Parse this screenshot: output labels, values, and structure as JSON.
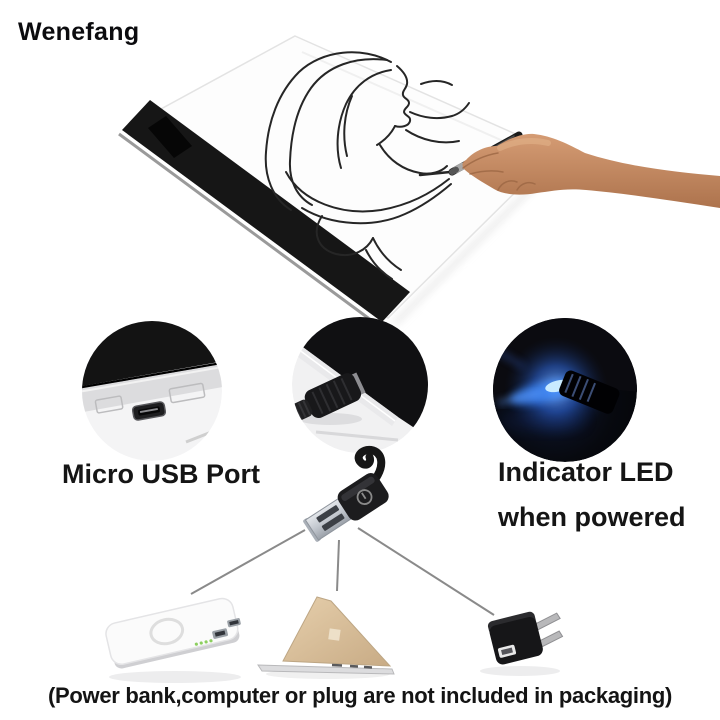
{
  "brand": {
    "name": "Wenefang"
  },
  "product": {
    "name": "LED tracing light pad",
    "main_scene": "hand-with-pen-drawing-woman-portrait-sketch-on-light-pad"
  },
  "callouts": {
    "micro_usb": {
      "label": "Micro USB Port"
    },
    "indicator_led": {
      "lines": [
        "Indicator LED",
        "when powered"
      ]
    }
  },
  "insets": [
    "micro-usb-port-closeup",
    "usb-cable-plugged-closeup",
    "blue-led-glow-closeup"
  ],
  "connection": {
    "hub": "usb-a-plug",
    "targets": [
      "power-bank",
      "laptop",
      "wall-plug-adapter"
    ]
  },
  "caption": "(Power bank,computer or plug are not included in packaging)",
  "colors": {
    "text": "#141414",
    "led_glow_blue": "#3f8cff",
    "led_core": "#c9ebff",
    "connector_line": "#8a8a8a",
    "pad_bar_black": "#141414",
    "laptop_gold": "#d9bd97",
    "skin": "#c08057"
  }
}
